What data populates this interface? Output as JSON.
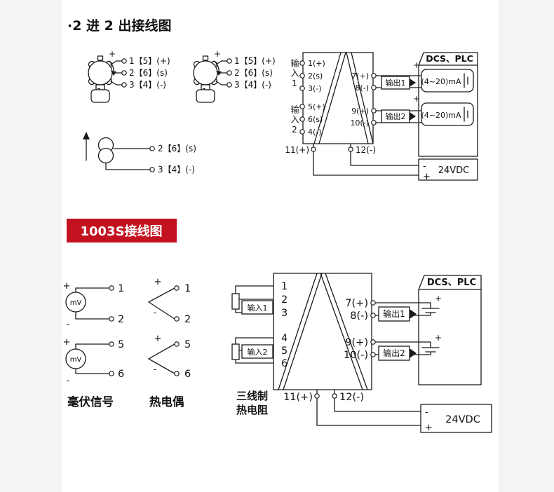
{
  "sym": {
    "plus": "+",
    "minus": "-"
  },
  "colors": {
    "badge_bg": "#c2121f",
    "line": "#1a1a1a"
  },
  "section1": {
    "title": "·2 进 2 出接线图",
    "transmitter1": {
      "terminals": [
        "1【5】(+)",
        "2【6】(s)",
        "3【4】(-)"
      ]
    },
    "transmitter2": {
      "terminals": [
        "1【5】(+)",
        "2【6】(s)",
        "3【4】(-)"
      ]
    },
    "current_source": {
      "terminals": [
        "2【6】(s)",
        "3【4】(-)"
      ]
    },
    "isolator": {
      "inputs": [
        "输入1",
        "输入2"
      ],
      "left_terminals": [
        "1(+)",
        "2(s)",
        "3(-)",
        "5(+)",
        "6(s)",
        "4(-)"
      ],
      "right_terminals": [
        "7(+)",
        "8(-)",
        "9(+)",
        "10(-)"
      ],
      "bottom_terminals": [
        "11(+)",
        "12(-)"
      ],
      "outputs": [
        "输出1",
        "输出2"
      ]
    },
    "dcs": {
      "title": "DCS、PLC",
      "loops": [
        "(4~20)mA",
        "(4~20)mA"
      ]
    },
    "power": {
      "label": "24VDC"
    }
  },
  "section2": {
    "badge": "1003S接线图",
    "millivolt": {
      "label": "毫伏信号",
      "symbol": "mV",
      "terminals": [
        "1",
        "2",
        "5",
        "6"
      ]
    },
    "thermocouple": {
      "label": "热电偶",
      "terminals": [
        "1",
        "2",
        "5",
        "6"
      ]
    },
    "rtd": {
      "label": [
        "三线制",
        "热电阻"
      ],
      "inputs": [
        "输入1",
        "输入2"
      ]
    },
    "isolator": {
      "left_terminals": [
        "1",
        "2",
        "3",
        "4",
        "5",
        "6"
      ],
      "right_terminals": [
        "7(+)",
        "8(-)",
        "9(+)",
        "10(-)"
      ],
      "bottom_terminals": [
        "11(+)",
        "12(-)"
      ],
      "outputs": [
        "输出1",
        "输出2"
      ]
    },
    "dcs": {
      "title": "DCS、PLC"
    },
    "power": {
      "label": "24VDC"
    }
  }
}
